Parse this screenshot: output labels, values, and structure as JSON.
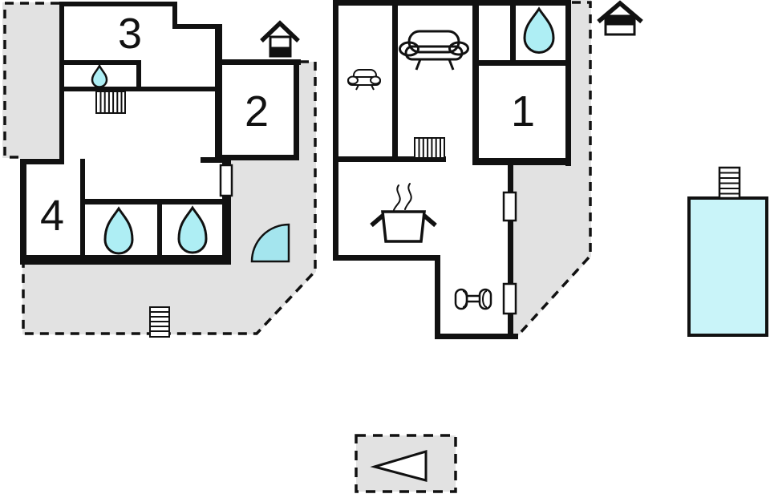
{
  "title": "holiday-home-floor-plan",
  "colors": {
    "wall": "#111111",
    "terrace_fill": "#e2e2e2",
    "water_drop_fill": "#aeeef4",
    "pool_fill": "#c9f4f9",
    "door_swing_fill": "#a4e5ee"
  },
  "rooms": {
    "r1": {
      "label": "1"
    },
    "r2": {
      "label": "2"
    },
    "r3": {
      "label": "3"
    },
    "r4": {
      "label": "4"
    }
  },
  "icons": [
    "water-drop",
    "sofa",
    "cooking-pot",
    "steam",
    "dumbbell",
    "stairs",
    "terrace-steps",
    "pool",
    "pool-ladder",
    "entrance",
    "north-arrow",
    "door",
    "door-swing"
  ]
}
